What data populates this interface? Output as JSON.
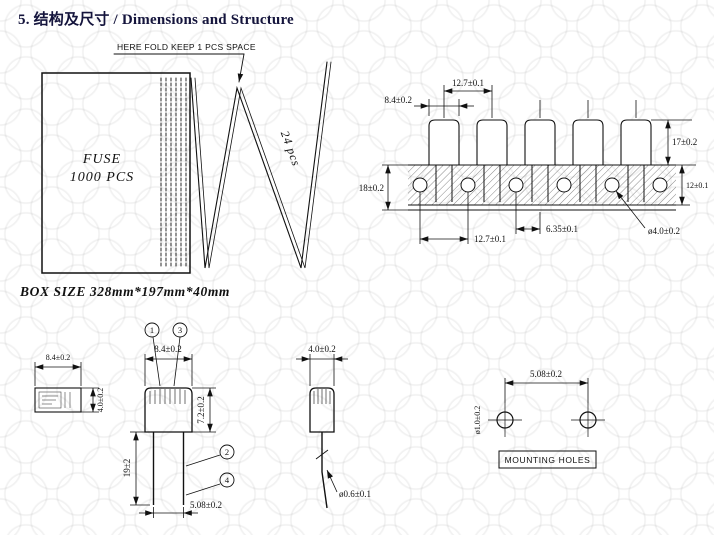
{
  "header": {
    "title": "5.  结构及尺寸 / Dimensions and Structure"
  },
  "fold_drawing": {
    "note": "HERE FOLD KEEP 1 PCS SPACE",
    "fuse_line1": "FUSE",
    "fuse_line2": "1000  PCS",
    "fold_count": "24  pcs",
    "box_size": "BOX  SIZE  328mm*197mm*40mm"
  },
  "tape_drawing": {
    "pitch_top": "12.7±0.1",
    "body_width": "8.4±0.2",
    "component_height": "17±0.2",
    "tape_width": "18±0.2",
    "tape_band": "12±0.1",
    "hole_pitch": "12.7±0.1",
    "hole_to_lead": "6.35±0.1",
    "hole_dia": "ø4.0±0.2"
  },
  "front_view": {
    "callout_1": "1",
    "callout_3": "3",
    "callout_2": "2",
    "callout_4": "4",
    "body_width": "8.4±0.2",
    "body_height": "7.2±0.2",
    "lead_length": "19±2",
    "lead_spacing": "5.08±0.2"
  },
  "side_view": {
    "body_depth": "4.0±0.2",
    "lead_dia": "ø0.6±0.1"
  },
  "top_view": {
    "body_width": "8.4±0.2",
    "body_depth": "4.0±0.2"
  },
  "mounting_holes": {
    "hole_spacing": "5.08±0.2",
    "hole_dia": "ø1.0±0.2",
    "label": "MOUNTING HOLES"
  }
}
